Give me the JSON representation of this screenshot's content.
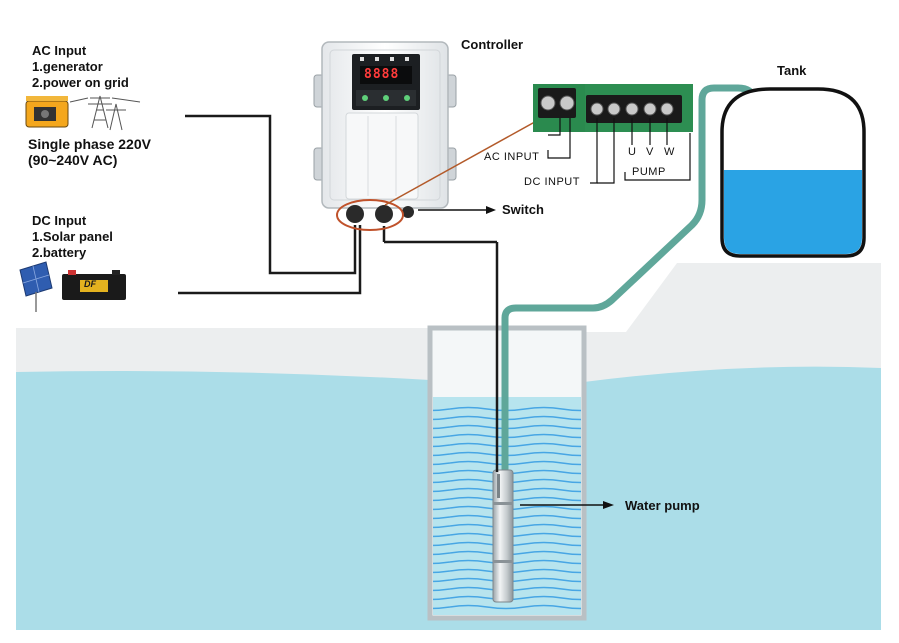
{
  "ac_input": {
    "title": "AC Input",
    "item1": "1.generator",
    "item2": "2.power on grid",
    "phase": "Single phase 220V",
    "range": "(90~240V AC)"
  },
  "dc_input": {
    "title": "DC Input",
    "item1": "1.Solar panel",
    "item2": "2.battery",
    "battery_logo": "DF"
  },
  "controller": {
    "title": "Controller",
    "display": "8888"
  },
  "terminal": {
    "ac_input": "AC INPUT",
    "dc_input": "DC INPUT",
    "pump": "PUMP",
    "u": "U",
    "v": "V",
    "w": "W"
  },
  "labels": {
    "switch": "Switch",
    "tank": "Tank",
    "water_pump": "Water pump"
  },
  "colors": {
    "water": "#a9dde8",
    "tank_water": "#2aa3e4",
    "pipe": "#5fa79a",
    "ground": "#eceeef"
  }
}
